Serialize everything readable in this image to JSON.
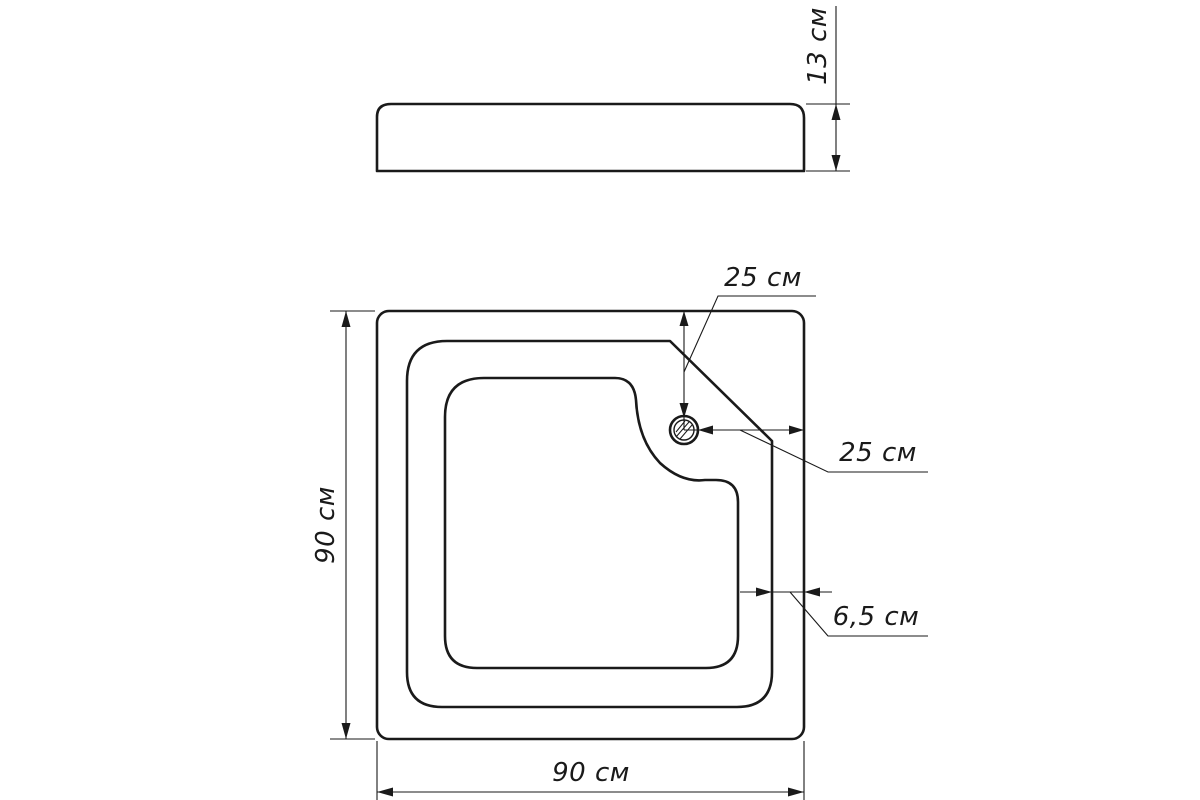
{
  "colors": {
    "line": "#1a1a1a",
    "background": "#ffffff"
  },
  "dimensions": {
    "height_label": "13 см",
    "width_label": "90 см",
    "depth_label": "90 см",
    "drain_offset_top_label": "25 см",
    "drain_offset_right_label": "25 см",
    "rim_width_label": "6,5 см"
  }
}
